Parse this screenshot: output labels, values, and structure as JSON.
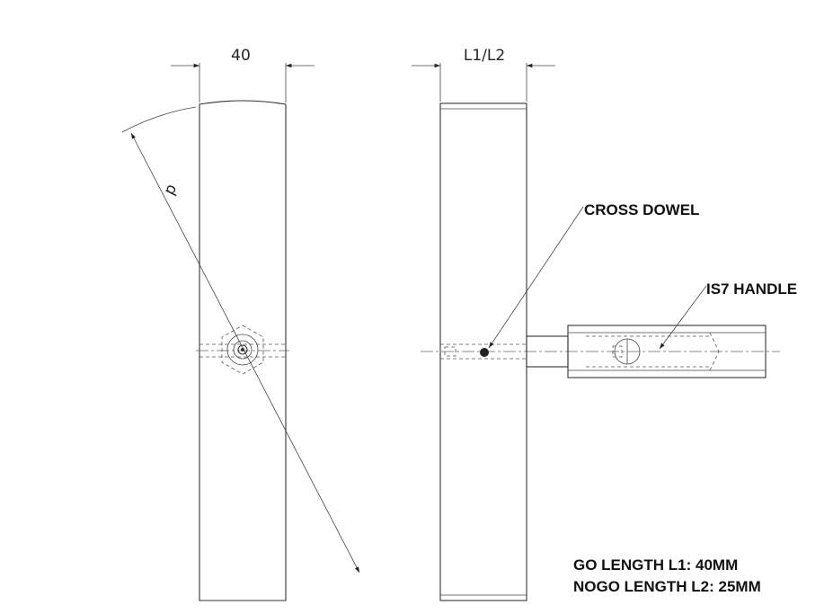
{
  "dimensions": {
    "width": "40",
    "length": "L1/L2",
    "diameter": "d"
  },
  "callouts": {
    "cross_dowel": "CROSS DOWEL",
    "handle": "IS7 HANDLE"
  },
  "notes": {
    "go_length": "GO LENGTH L1: 40MM",
    "nogo_length": "NOGO LENGTH L2: 25MM"
  }
}
